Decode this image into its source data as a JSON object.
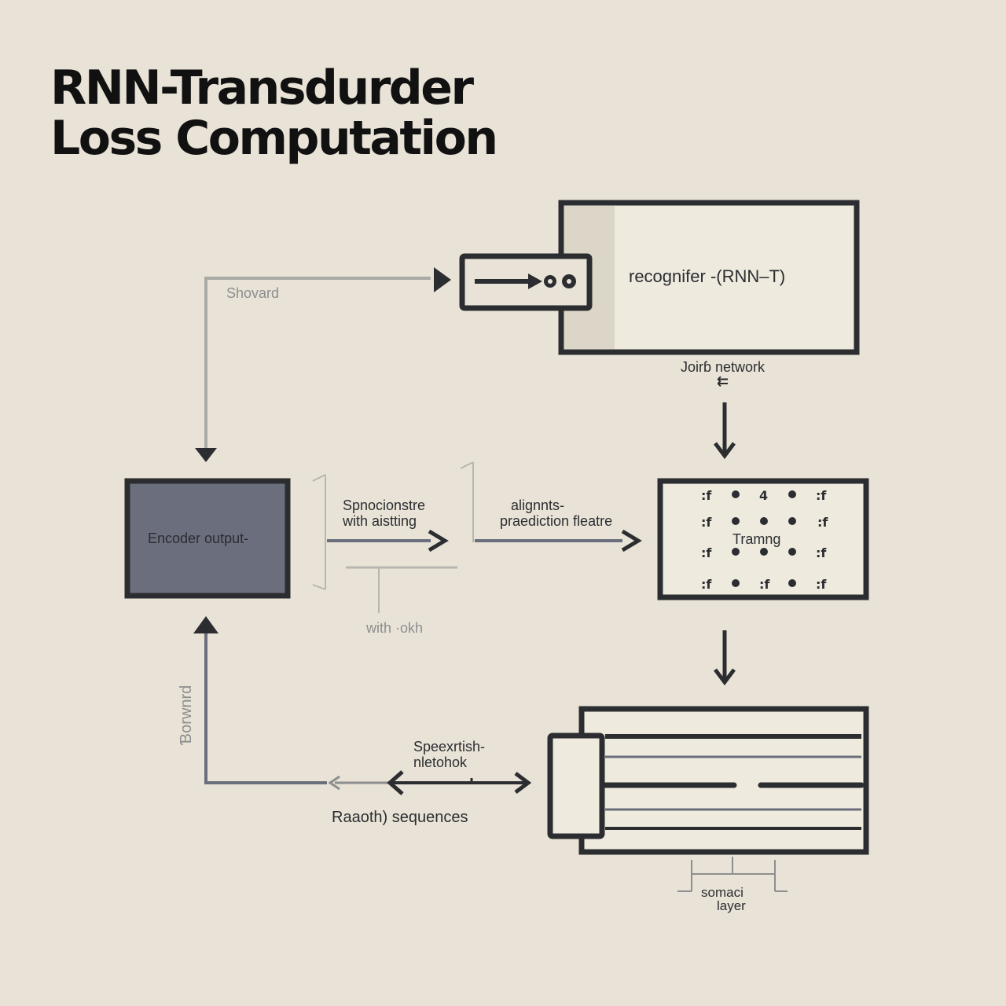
{
  "title": {
    "line1": "RNN-Transdurder",
    "line2": "Loss Computation"
  },
  "labels": {
    "forward_top": "Shovard",
    "recognizer": "recogni­fer -(RNN–T)",
    "joint_network": "Joirɓ network",
    "joint_mark": "⇇",
    "encoder_output": "Encoder output-",
    "spec_line1": "Spnocionstre",
    "spec_line2": "with aistting",
    "align_line1": "alignnts-",
    "align_line2": "praediction fleatre",
    "training": "Tramng",
    "with_length": "with ·okh",
    "forward_left": "Ɓorwnrd",
    "speech_line1": "Speexrtish-",
    "speech_line2": "nletohok",
    "random_seq": "Raaoth) sequences",
    "softmax_line1": "somaci",
    "softmax_line2": "layer"
  },
  "colors": {
    "background": "#e8e3d6",
    "stroke": "#2b2d31",
    "grey_line": "#a9aaa6",
    "encoder_fill": "#6b6e7c",
    "box_fill": "#efeade",
    "shade": "#dcd6c8"
  },
  "icons": [
    "arrow-right-icon",
    "arrow-down-icon",
    "arrow-up-icon",
    "double-arrow-icon",
    "dot-grid-icon",
    "plug-icon"
  ]
}
